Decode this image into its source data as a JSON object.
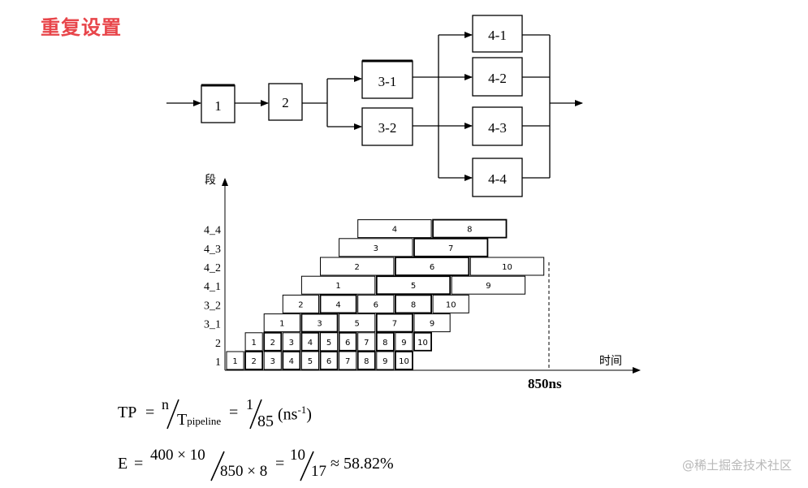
{
  "title": "重复设置",
  "stages": {
    "s1": "1",
    "s2": "2",
    "s31": "3-1",
    "s32": "3-2",
    "s41": "4-1",
    "s42": "4-2",
    "s43": "4-3",
    "s44": "4-4"
  },
  "gantt": {
    "y_axis_label": "段",
    "x_axis_label": "时间",
    "end_time_label": "850ns",
    "rows": [
      {
        "label": "1",
        "tasks": [
          "1",
          "2",
          "3",
          "4",
          "5",
          "6",
          "7",
          "8",
          "9",
          "10"
        ]
      },
      {
        "label": "2",
        "tasks": [
          "1",
          "2",
          "3",
          "4",
          "5",
          "6",
          "7",
          "8",
          "9",
          "10"
        ]
      },
      {
        "label": "3_1",
        "tasks": [
          "1",
          "3",
          "5",
          "7",
          "9"
        ]
      },
      {
        "label": "3_2",
        "tasks": [
          "2",
          "4",
          "6",
          "8",
          "10"
        ]
      },
      {
        "label": "4_1",
        "tasks": [
          "1",
          "5",
          "9"
        ]
      },
      {
        "label": "4_2",
        "tasks": [
          "2",
          "6",
          "10"
        ]
      },
      {
        "label": "4_3",
        "tasks": [
          "3",
          "7"
        ]
      },
      {
        "label": "4_4",
        "tasks": [
          "4",
          "8"
        ]
      }
    ]
  },
  "formulas": {
    "tp_lhs": "TP",
    "tp_eq": "=",
    "tp_num": "n",
    "tp_den_main": "T",
    "tp_den_sub": "pipeline",
    "tp_eq2": "=",
    "tp_num2": "1",
    "tp_den2": "85",
    "tp_unit_open": "(ns",
    "tp_unit_exp": "-1",
    "tp_unit_close": ")",
    "e_lhs": "E",
    "e_eq": "=",
    "e_num": "400 × 10",
    "e_den": "850 × 8",
    "e_eq2": "=",
    "e_num2": "10",
    "e_den2": "17",
    "e_approx": "≈ 58.82%"
  },
  "watermark": "@稀土掘金技术社区"
}
